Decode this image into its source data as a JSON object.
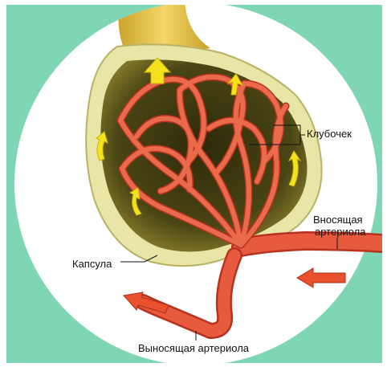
{
  "colors": {
    "background": "#7fd6b4",
    "circle": "#ffffff",
    "capsule": "#e9e5a6",
    "capsule_cavity": "#4a4514",
    "vessel": "#e85a3e",
    "vessel_dark": "#b83220",
    "flow_arrow_yellow": "#f6e21c",
    "flow_arrow_red": "#e8502e"
  },
  "labels": {
    "glomerulus": "Клубочек",
    "afferent_line1": "Вносящая",
    "afferent_line2": "артериола",
    "capsule": "Капсула",
    "efferent": "Выносящая артериола"
  }
}
